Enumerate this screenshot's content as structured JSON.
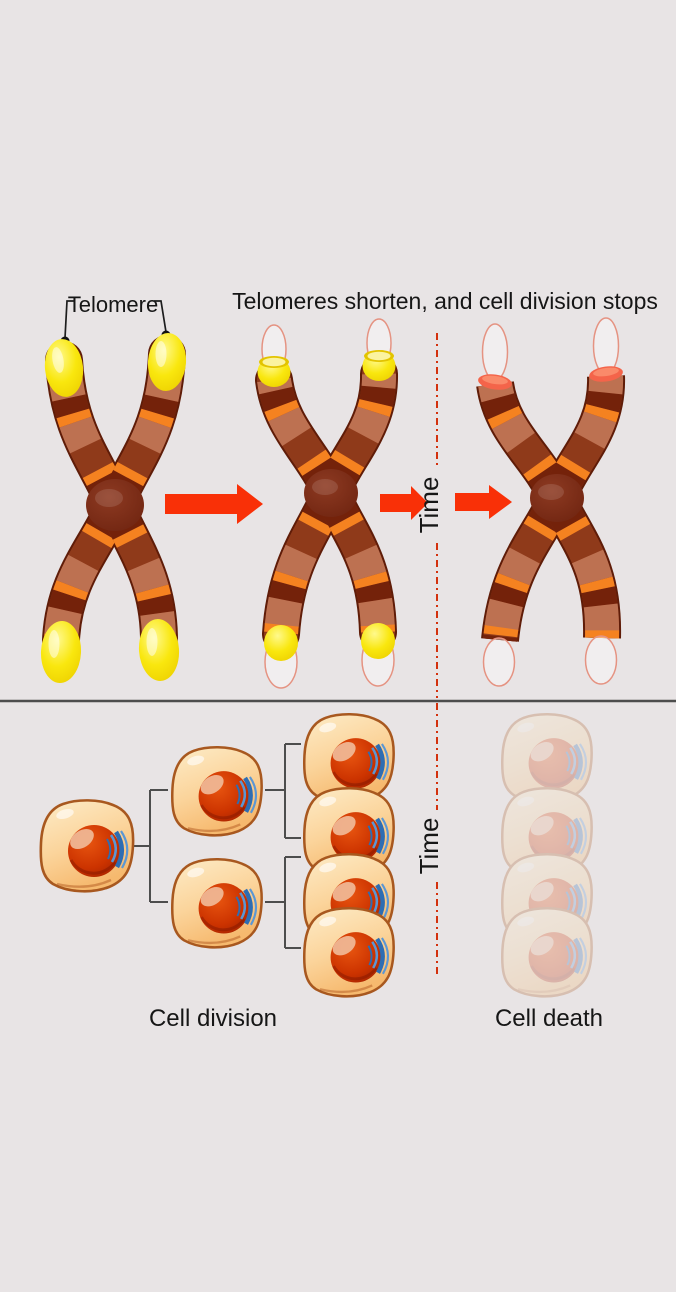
{
  "labels": {
    "telomere": "Telomere",
    "title": "Telomeres shorten, and cell division stops",
    "time": "Time",
    "cell_division": "Cell division",
    "cell_death": "Cell death"
  },
  "colors": {
    "background": "#e8e4e5",
    "chromosome_body": "#8f3a1a",
    "chromosome_dark_band": "#74220a",
    "chromosome_orange_band": "#f58220",
    "telomere_yellow": "#f8e20a",
    "lost_tip_salmon": "#f4644a",
    "arrow_red": "#f93007",
    "timeline_dash_red": "#d3310e",
    "cell_body_peach": "#fcd9a4",
    "cell_border": "#a8581f",
    "nucleus_red": "#c23000",
    "golgi_blue": "#2e6db3",
    "divider_gray": "#4d4d4d",
    "ghost_outline": "#e59382"
  }
}
